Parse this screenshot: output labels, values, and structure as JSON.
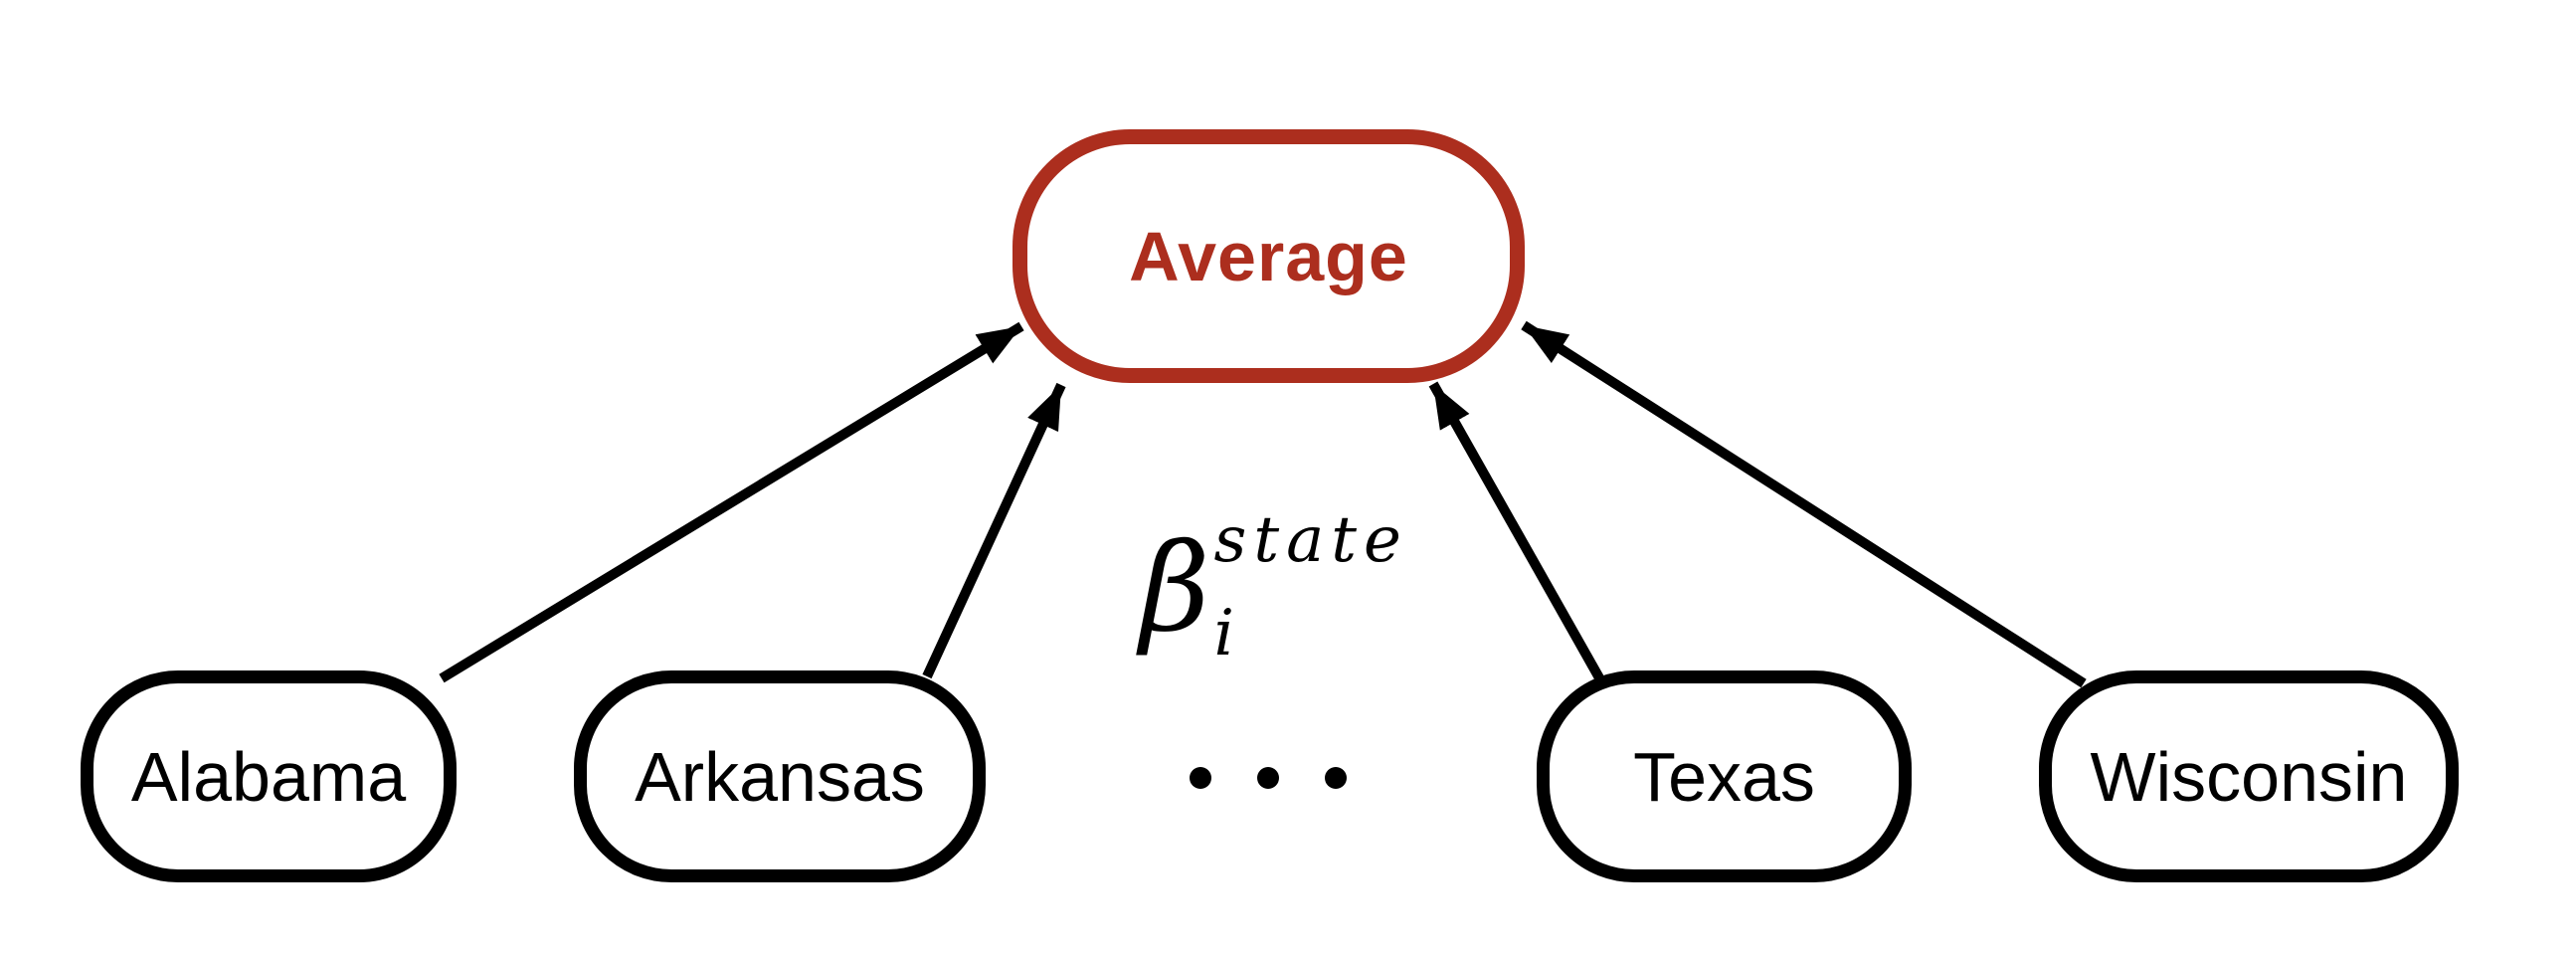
{
  "colors": {
    "accent_red": "#ac2e1e",
    "node_border_black": "#000000",
    "background": "#ffffff"
  },
  "diagram": {
    "title_node": {
      "label": "Average"
    },
    "coefficient": {
      "base": "β",
      "superscript": "state",
      "subscript": "i"
    },
    "ellipsis": "• • •",
    "states": [
      {
        "label": "Alabama"
      },
      {
        "label": "Arkansas"
      },
      {
        "label": "Texas"
      },
      {
        "label": "Wisconsin"
      }
    ]
  }
}
